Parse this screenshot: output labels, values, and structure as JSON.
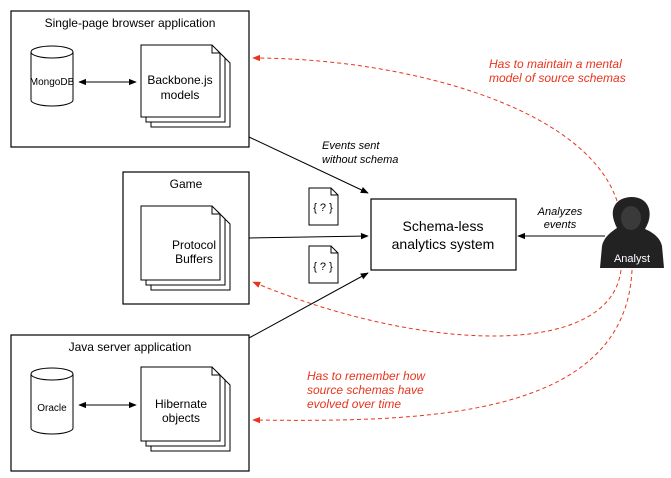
{
  "browser_app": {
    "title": "Single-page browser application",
    "db": "MongoDB",
    "models_line1": "Backbone.js",
    "models_line2": "models"
  },
  "game": {
    "title": "Game",
    "line1": "Protocol",
    "line2": "Buffers"
  },
  "java_app": {
    "title": "Java server application",
    "db": "Oracle",
    "objects_line1": "Hibernate",
    "objects_line2": "objects"
  },
  "analytics": {
    "line1": "Schema-less",
    "line2": "analytics system"
  },
  "events_label": {
    "line1": "Events sent",
    "line2": "without schema"
  },
  "event_doc_text": "{ ? }",
  "analyzes_label": {
    "line1": "Analyzes",
    "line2": "events"
  },
  "analyst_label": "Analyst",
  "note_top": {
    "line1": "Has to maintain a mental",
    "line2": "model of source schemas"
  },
  "note_bottom": {
    "line1": "Has to remember how",
    "line2": "source schemas have",
    "line3": "evolved over time"
  },
  "colors": {
    "annotation": "#e8341c",
    "analyst": "#222222"
  }
}
